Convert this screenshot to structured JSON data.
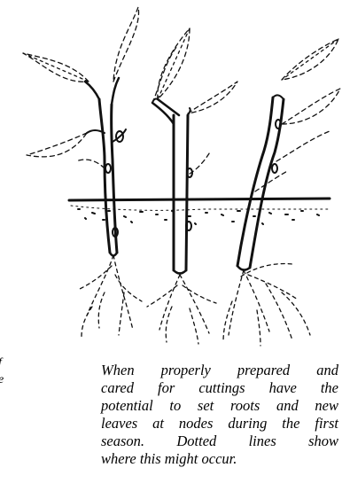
{
  "left_fragment": [
    "f",
    "e"
  ],
  "caption_lines": [
    "When properly prepared and",
    "cared for cuttings have the",
    "potential to set roots and new",
    "leaves at nodes during the first",
    "season. Dotted lines show",
    "where this might occur."
  ]
}
